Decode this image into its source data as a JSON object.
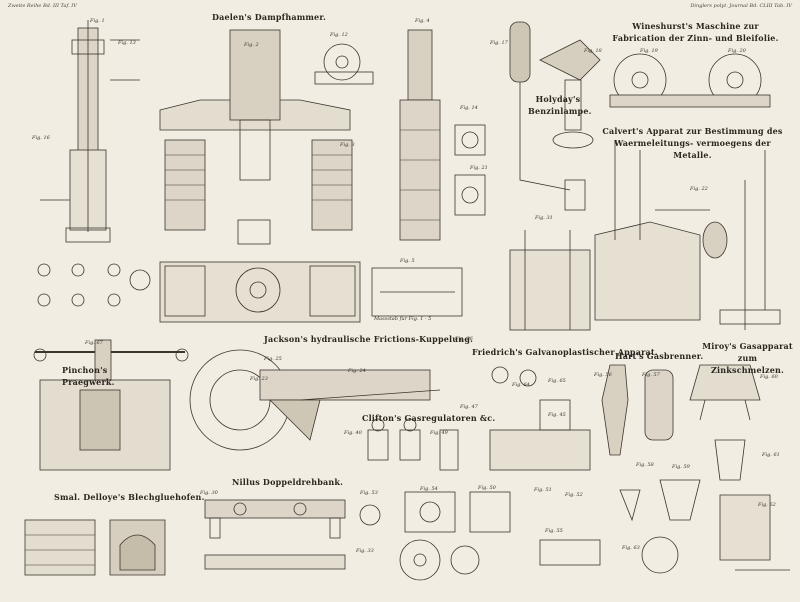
{
  "header": {
    "left": "Zweite Reihe Bd. III Taf. IV",
    "right": "Dinglers polyt. Journal Bd. CLIII Tab. IV"
  },
  "titles": {
    "dampfhammer": "Daelen's Dampfhammer.",
    "wineshurst": "Wineshurst's Maschine zur Fabrication der Zinn- und Bleifolie.",
    "holyday": "Holyday's Benzinlampe.",
    "calvert": "Calvert's Apparat zur Bestimmung des Waermeleitungs- vermoegens der Metalle.",
    "jackson": "Jackson's hydraulische Frictions-Kuppelung.",
    "friedrich": "Friedrich's Galvanoplastischer Apparat.",
    "hart": "Hart's Gasbrenner.",
    "miroy": "Miroy's Gasapparat zum Zinkschmelzen.",
    "pinchon": "Pinchon's Praegwerk.",
    "clifton": "Clifton's Gasregulatoren &c.",
    "nillus": "Nillus Doppeldrehbank.",
    "smal": "Smal. Delloye's Blechgluehofen."
  },
  "figs": [
    "Fig. 1",
    "Fig. 2",
    "Fig. 3",
    "Fig. 4",
    "Fig. 5",
    "Fig. 12",
    "Fig. 13",
    "Fig. 14",
    "Fig. 16",
    "Fig. 17",
    "Fig. 18",
    "Fig. 19",
    "Fig. 20",
    "Fig. 21",
    "Fig. 22",
    "Fig. 23",
    "Fig. 24",
    "Fig. 25",
    "Fig. 26",
    "Fig. 30",
    "Fig. 31",
    "Fig. 33",
    "Fig. 40",
    "Fig. 45",
    "Fig. 47",
    "Fig. 49",
    "Fig. 50",
    "Fig. 51",
    "Fig. 52",
    "Fig. 53",
    "Fig. 54",
    "Fig. 55",
    "Fig. 56",
    "Fig. 57",
    "Fig. 58",
    "Fig. 59",
    "Fig. 60",
    "Fig. 61",
    "Fig. 62",
    "Fig. 63",
    "Fig. 64",
    "Fig. 65",
    "Fig. 67"
  ],
  "scale": "Massstab fur Fig. 1 - 5"
}
